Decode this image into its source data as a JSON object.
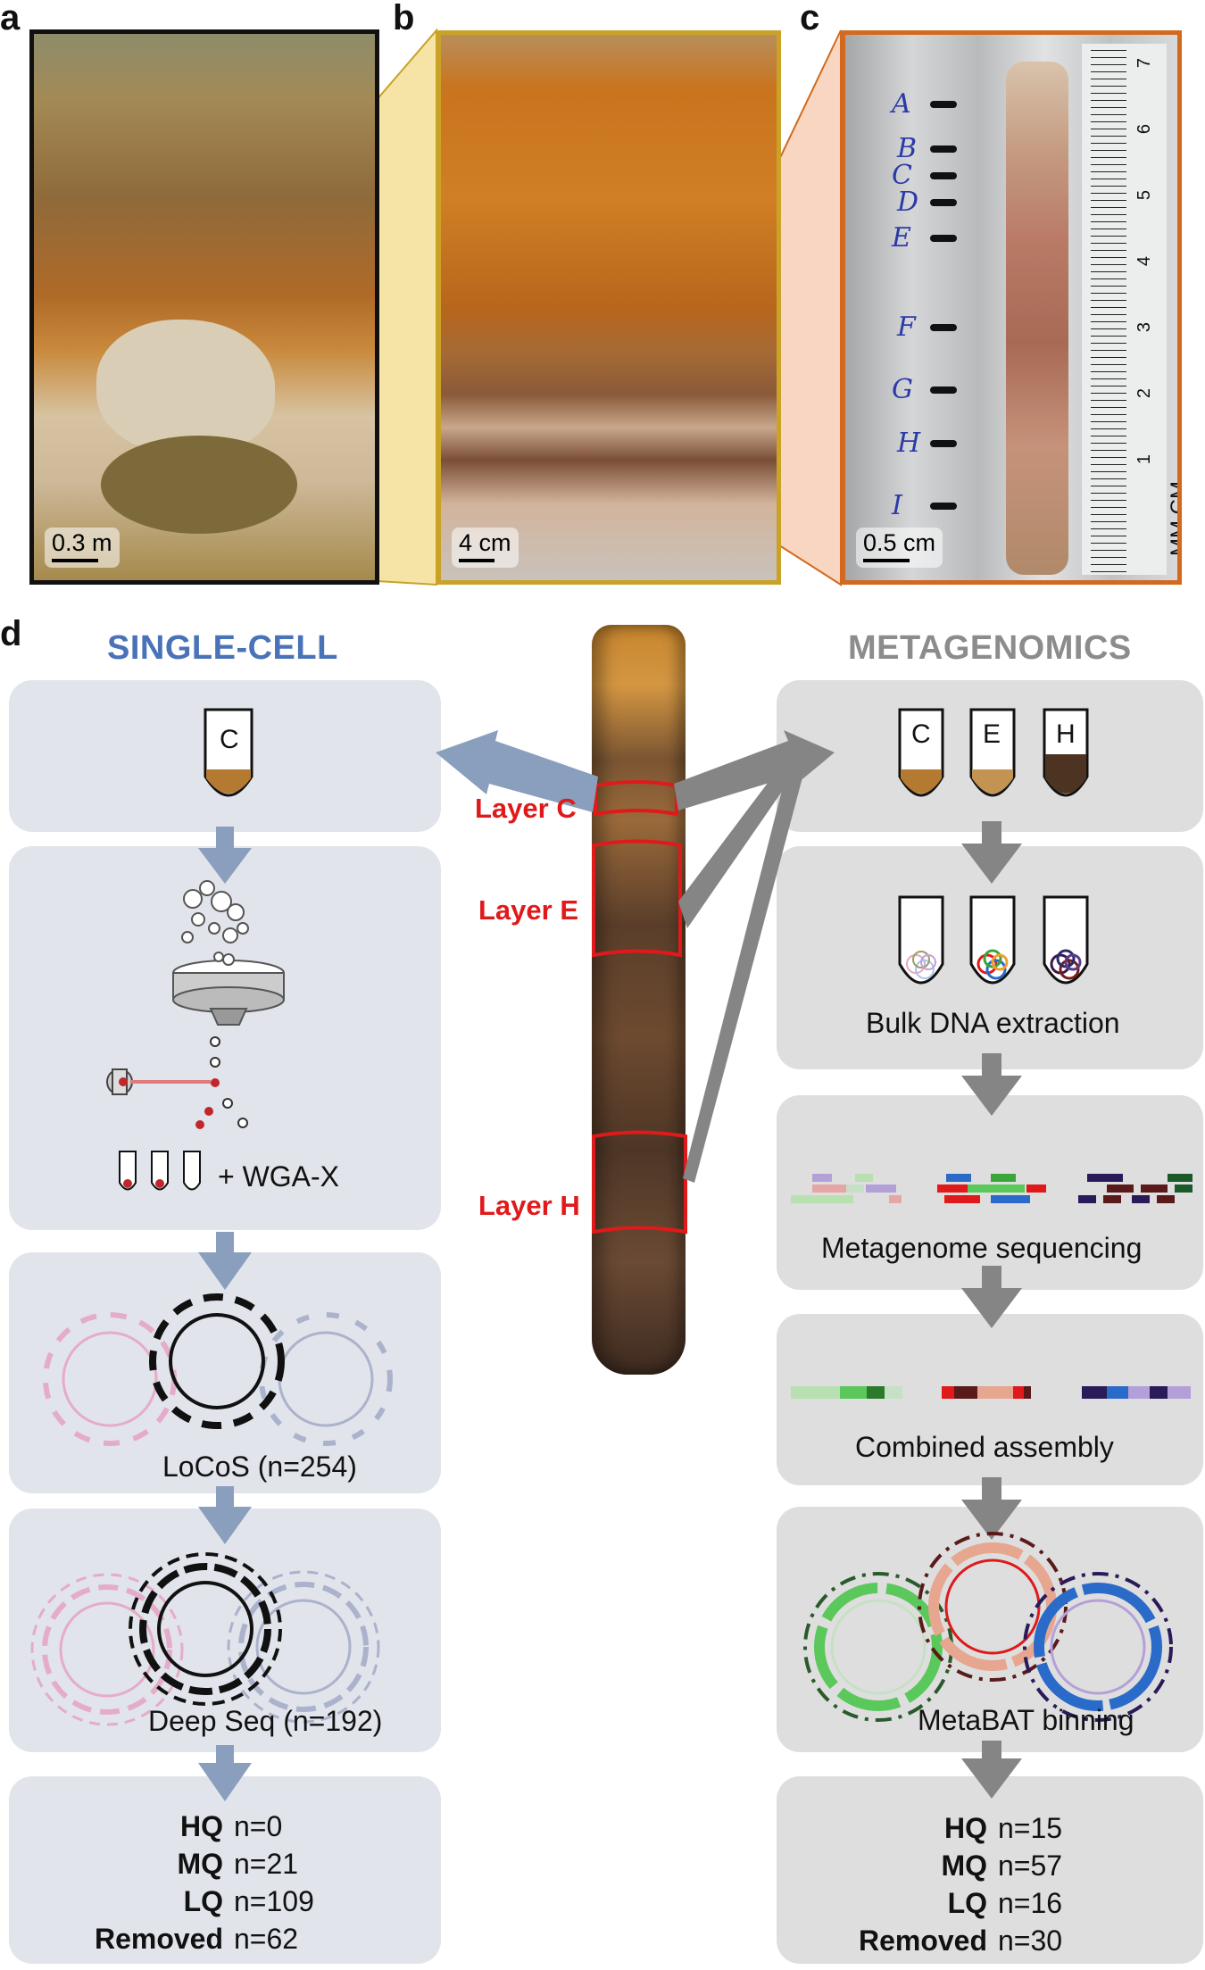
{
  "panels": {
    "a": {
      "letter": "a",
      "scale": "0.3 m"
    },
    "b": {
      "letter": "b",
      "scale": "4 cm"
    },
    "c": {
      "letter": "c",
      "scale": "0.5 cm",
      "marker_letters": [
        "A",
        "B",
        "C",
        "D",
        "E",
        "F",
        "G",
        "H",
        "I"
      ],
      "ruler_numbers": [
        "7",
        "6",
        "5",
        "4",
        "3",
        "2",
        "1"
      ],
      "ruler_units": [
        "MM",
        "CM"
      ]
    },
    "d": {
      "letter": "d"
    }
  },
  "single_cell": {
    "title": "SINGLE-CELL",
    "title_color": "#4a72b8",
    "tube_label": "C",
    "wga_label": "+ WGA-X",
    "locos_label": "LoCoS (n=254)",
    "deep_seq_label": "Deep Seq (n=192)",
    "stats": [
      {
        "key": "HQ",
        "value": "n=0"
      },
      {
        "key": "MQ",
        "value": "n=21"
      },
      {
        "key": "LQ",
        "value": "n=109"
      },
      {
        "key": "Removed",
        "value": "n=62"
      }
    ]
  },
  "metagenomics": {
    "title": "METAGENOMICS",
    "title_color": "#8c8c8c",
    "tube_labels": [
      "C",
      "E",
      "H"
    ],
    "extraction_label": "Bulk DNA extraction",
    "sequencing_label": "Metagenome sequencing",
    "assembly_label": "Combined assembly",
    "binning_label": "MetaBAT binning",
    "stats": [
      {
        "key": "HQ",
        "value": "n=15"
      },
      {
        "key": "MQ",
        "value": "n=57"
      },
      {
        "key": "LQ",
        "value": "n=16"
      },
      {
        "key": "Removed",
        "value": "n=30"
      }
    ]
  },
  "core": {
    "layers": [
      "Layer C",
      "Layer E",
      "Layer H"
    ],
    "layer_color": "#e0191b"
  },
  "colors": {
    "panel_a_frame": "#111111",
    "panel_b_frame": "#c9a227",
    "panel_c_frame": "#d2691e",
    "single_cell_arrow": "#8a9fbd",
    "metagenomics_arrow": "#858585"
  }
}
